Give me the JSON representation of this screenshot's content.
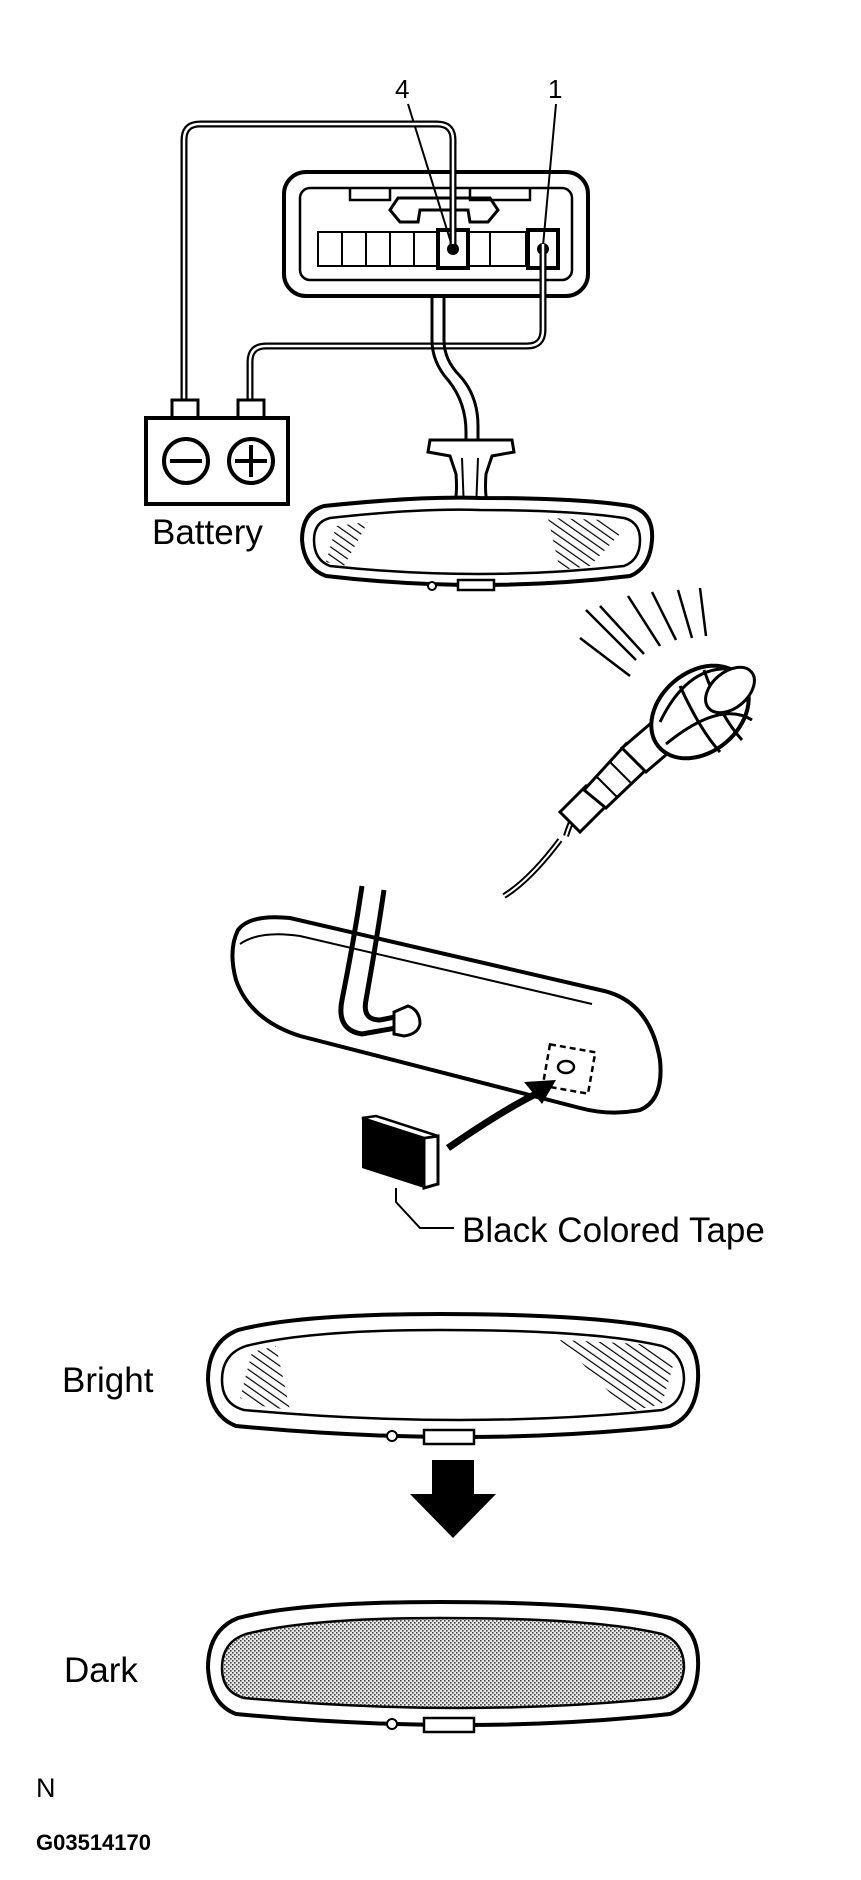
{
  "labels": {
    "pin_4": "4",
    "pin_1": "1",
    "battery": "Battery",
    "tape": "Black Colored Tape",
    "bright": "Bright",
    "dark": "Dark",
    "code_letter": "N",
    "figure_code": "G03514170"
  },
  "colors": {
    "ink": "#000000",
    "paper": "#ffffff"
  }
}
